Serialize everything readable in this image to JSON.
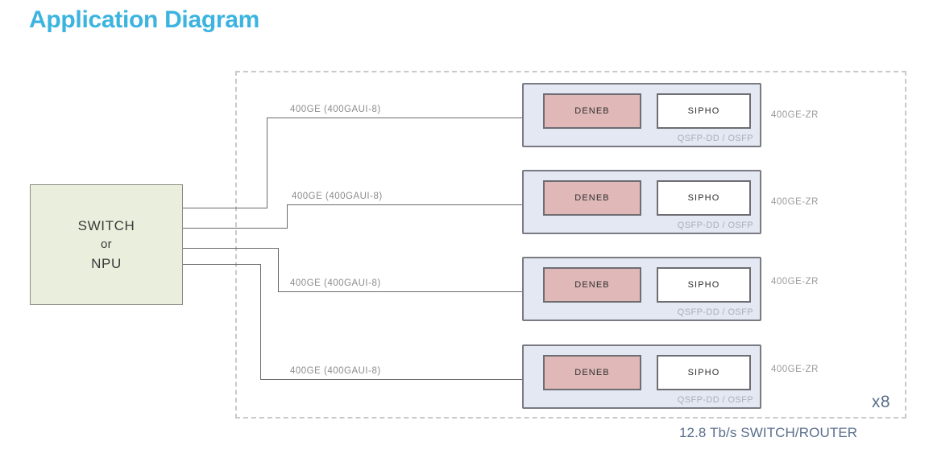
{
  "title": "Application Diagram",
  "colors": {
    "title": "#3bb4e0",
    "switch_fill": "#eaeedd",
    "module_fill": "#e4e8f2",
    "deneb_fill": "#e0b8b8",
    "sipho_fill": "#ffffff",
    "annotation": "#5a6e8c",
    "dashed_border": "#c9c9c9",
    "wire": "#6a6a6a"
  },
  "switch": {
    "line1": "SWITCH",
    "line2": "or",
    "line3": "NPU"
  },
  "links": [
    {
      "label": "400GE  (400GAUI-8)"
    },
    {
      "label": "400GE  (400GAUI-8)"
    },
    {
      "label": "400GE  (400GAUI-8)"
    },
    {
      "label": "400GE  (400GAUI-8)"
    }
  ],
  "modules": [
    {
      "deneb": "DENEB",
      "sipho": "SIPHO",
      "form_factor": "QSFP-DD / OSFP",
      "output": "400GE-ZR"
    },
    {
      "deneb": "DENEB",
      "sipho": "SIPHO",
      "form_factor": "QSFP-DD / OSFP",
      "output": "400GE-ZR"
    },
    {
      "deneb": "DENEB",
      "sipho": "SIPHO",
      "form_factor": "QSFP-DD / OSFP",
      "output": "400GE-ZR"
    },
    {
      "deneb": "DENEB",
      "sipho": "SIPHO",
      "form_factor": "QSFP-DD / OSFP",
      "output": "400GE-ZR"
    }
  ],
  "region": {
    "multiplier": "x8",
    "caption": "12.8 Tb/s SWITCH/ROUTER"
  }
}
